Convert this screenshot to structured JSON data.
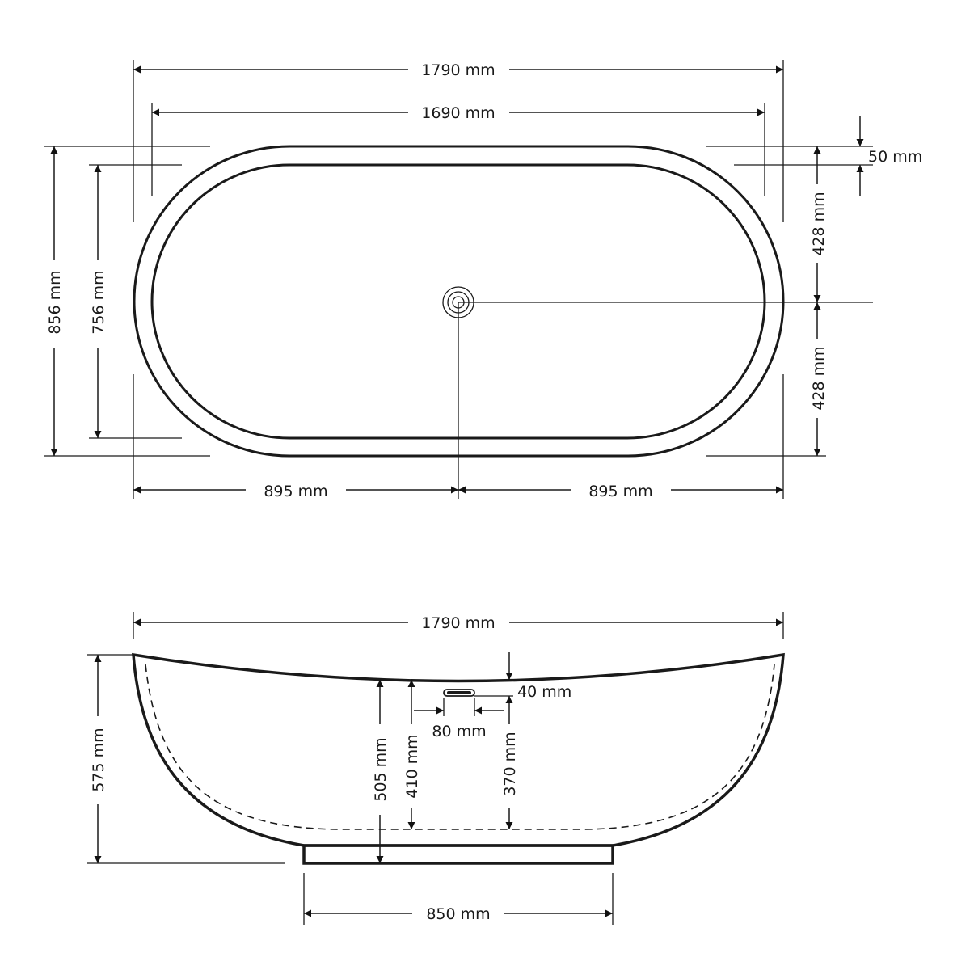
{
  "top_view": {
    "overall_length": "1790 mm",
    "inner_length": "1690 mm",
    "overall_width": "856 mm",
    "inner_width": "756 mm",
    "rim_thickness": "50 mm",
    "half_width_upper": "428 mm",
    "half_width_lower": "428 mm",
    "half_length_left": "895 mm",
    "half_length_right": "895 mm"
  },
  "side_view": {
    "overall_length": "1790 mm",
    "overall_height": "575 mm",
    "rim_to_bottom": "505 mm",
    "overflow_to_bottom": "410 mm",
    "overflow_to_bottom_right": "370 mm",
    "overflow_offset": "40 mm",
    "overflow_width": "80 mm",
    "base_length": "850 mm"
  }
}
